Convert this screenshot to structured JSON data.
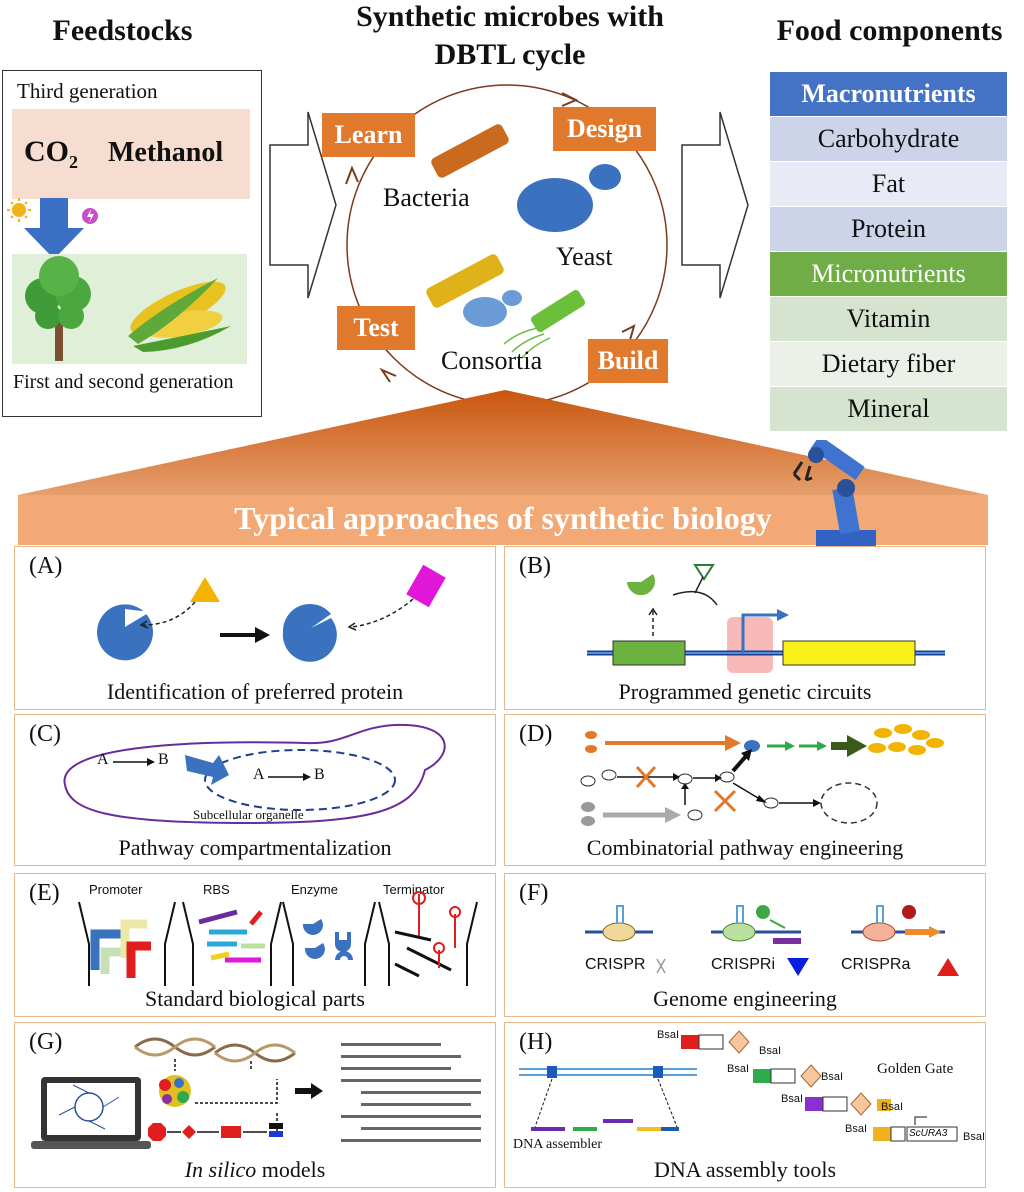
{
  "titles": {
    "feedstocks": "Feedstocks",
    "center_line1": "Synthetic microbes with",
    "center_line2": "DBTL cycle",
    "food": "Food components"
  },
  "feedstocks": {
    "third_generation": "Third generation",
    "co2_main": "CO",
    "co2_sub": "2",
    "methanol": "Methanol",
    "first_second": "First and second generation"
  },
  "cycle": {
    "learn": "Learn",
    "design": "Design",
    "build": "Build",
    "test": "Test",
    "bacteria": "Bacteria",
    "yeast": "Yeast",
    "consortia": "Consortia"
  },
  "food_components": [
    {
      "label": "Macronutrients",
      "kind": "header-blue"
    },
    {
      "label": "Carbohydrate",
      "kind": "blue"
    },
    {
      "label": "Fat",
      "kind": "blue-light"
    },
    {
      "label": "Protein",
      "kind": "blue"
    },
    {
      "label": "Micronutrients",
      "kind": "header-green"
    },
    {
      "label": "Vitamin",
      "kind": "green"
    },
    {
      "label": "Dietary fiber",
      "kind": "green-light"
    },
    {
      "label": "Mineral",
      "kind": "green"
    }
  ],
  "banner": "Typical approaches of synthetic biology",
  "panels": {
    "A": {
      "label": "(A)",
      "caption": "Identification of preferred protein"
    },
    "B": {
      "label": "(B)",
      "caption": "Programmed genetic circuits"
    },
    "C": {
      "label": "(C)",
      "caption": "Pathway compartmentalization",
      "a1": "A",
      "b1": "B",
      "a2": "A",
      "b2": "B",
      "organelle": "Subcellular organelle"
    },
    "D": {
      "label": "(D)",
      "caption": "Combinatorial pathway engineering"
    },
    "E": {
      "label": "(E)",
      "caption": "Standard biological parts",
      "promoter": "Promoter",
      "rbs": "RBS",
      "enzyme": "Enzyme",
      "terminator": "Terminator"
    },
    "F": {
      "label": "(F)",
      "caption": "Genome engineering",
      "crispr": "CRISPR",
      "crispri": "CRISPRi",
      "crispra": "CRISPRa"
    },
    "G": {
      "label": "(G)",
      "caption_italic": "In silico",
      "caption_rest": " models"
    },
    "H": {
      "label": "(H)",
      "caption": "DNA assembly tools",
      "golden_gate": "Golden Gate",
      "dna_assembler": "DNA assembler",
      "bsal": "BsaI",
      "scura3": "ScURA3"
    }
  },
  "colors": {
    "orange": "#e0792c",
    "blue_header": "#4472c4",
    "green_header": "#70ad47",
    "panel_border": "#e8b88a"
  }
}
